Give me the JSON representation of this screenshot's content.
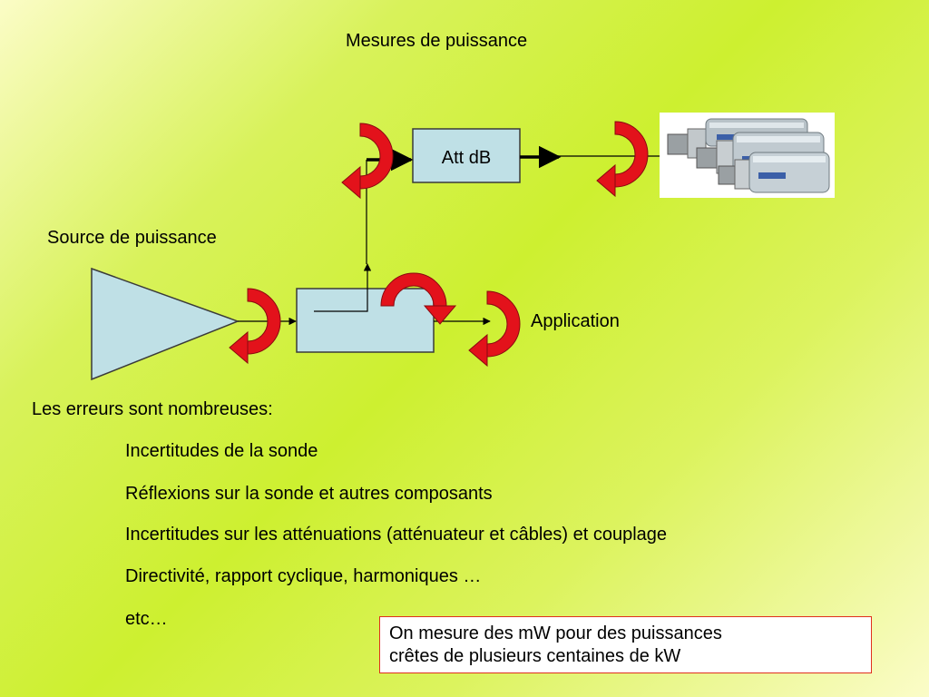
{
  "title": "Mesures de puissance",
  "diagram": {
    "source_label": "Source de puissance",
    "attenuator_label": "Att dB",
    "application_label": "Application",
    "sensor_image": "power-sensor-photo"
  },
  "errors": {
    "heading": "Les erreurs sont nombreuses:",
    "items": [
      "Incertitudes de la sonde",
      "Réflexions sur la sonde et autres composants",
      "Incertitudes sur les atténuations (atténuateur et câbles) et couplage",
      "Directivité, rapport cyclique, harmoniques …",
      "etc…"
    ]
  },
  "note": {
    "line1": "On mesure des mW pour des puissances",
    "line2": "crêtes de plusieurs centaines de kW"
  },
  "colors": {
    "component_fill": "#bfe0e6",
    "reflection_arrow": "#e3121b",
    "note_border": "#e0301e"
  }
}
